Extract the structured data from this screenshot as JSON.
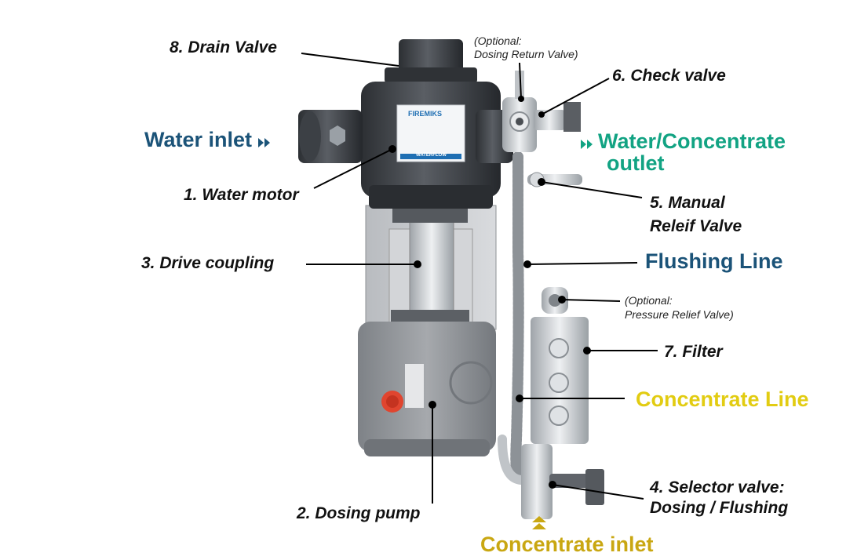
{
  "labels": {
    "drain_valve": "8. Drain Valve",
    "optional_dosing_return_1": "(Optional:",
    "optional_dosing_return_2": "Dosing Return Valve)",
    "check_valve": "6. Check valve",
    "water_inlet": "Water inlet",
    "water_concentrate_outlet_1": "Water/Concentrate",
    "water_concentrate_outlet_2": "outlet",
    "water_motor": "1. Water motor",
    "manual_relief_1": "5. Manual",
    "manual_relief_2": "Releif Valve",
    "drive_coupling": "3. Drive coupling",
    "flushing_line": "Flushing Line",
    "optional_pressure_relief_1": "(Optional:",
    "optional_pressure_relief_2": "Pressure Relief Valve)",
    "filter": "7. Filter",
    "concentrate_line": "Concentrate Line",
    "dosing_pump": "2. Dosing pump",
    "selector_valve_1": "4. Selector valve:",
    "selector_valve_2": "Dosing / Flushing",
    "concentrate_inlet": "Concentrate inlet"
  },
  "nameplate": {
    "brand": "FIREMIKS",
    "footer": "WATERFLOW"
  },
  "colors": {
    "blue_label": "#1b5378",
    "teal_label": "#12a383",
    "yellow_label": "#e2cc12",
    "inlet_label": "#c9a712",
    "leader_line": "#000000",
    "motor_body": "#3a3d42",
    "pump_body": "#8f9297",
    "steel": "#c4c8cc",
    "red_cap": "#e0452f"
  }
}
